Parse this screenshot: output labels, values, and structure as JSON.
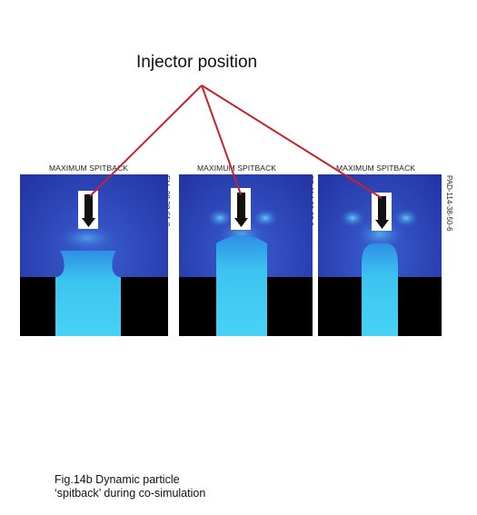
{
  "callout": {
    "label": "Injector position"
  },
  "panels": [
    {
      "title": "MAXIMUM SPITBACK",
      "id": "ELL-38-38-61-3",
      "nozzle": "flared"
    },
    {
      "title": "MAXIMUM SPITBACK",
      "id": "FP-114-38-38-0",
      "nozzle": "straight"
    },
    {
      "title": "MAXIMUM SPITBACK",
      "id": "PAD-114-38-50-6",
      "nozzle": "rounded"
    }
  ],
  "caption": {
    "line1": "Fig.14b Dynamic particle",
    "line2": "‘spitback’ during co-simulation"
  },
  "colors": {
    "background_blue": "#2a3fb0",
    "plume_cyan": "#38c8f2",
    "solid_black": "#000000",
    "arrow_red": "#c8222c"
  }
}
